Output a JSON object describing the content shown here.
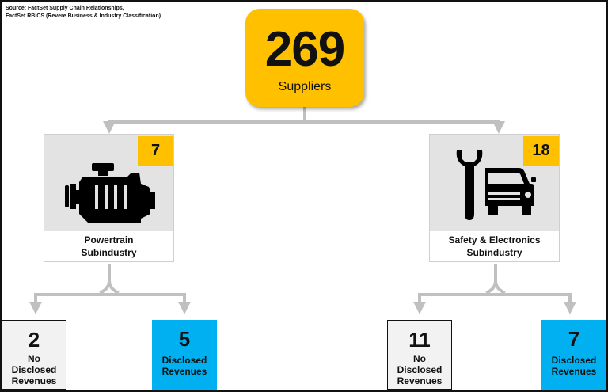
{
  "source": {
    "line1": "Source: FactSet Supply Chain Relationships,",
    "line2": "FactSet RBICS (Revere Business & Industry Classification)"
  },
  "colors": {
    "accent_yellow": "#ffc000",
    "accent_blue": "#00b0f0",
    "icon_panel_gray": "#e3e3e3",
    "connector_gray": "#c0c0c0"
  },
  "top": {
    "value": "269",
    "label": "Suppliers"
  },
  "subindustries": [
    {
      "count": "7",
      "icon": "engine-icon",
      "label_line1": "Powertrain",
      "label_line2": "Subindustry",
      "leaves": [
        {
          "value": "2",
          "lines": [
            "No",
            "Disclosed",
            "Revenues"
          ]
        },
        {
          "value": "5",
          "lines": [
            "Disclosed",
            "Revenues"
          ]
        }
      ]
    },
    {
      "count": "18",
      "icon": "wrench-car-icon",
      "label_line1": "Safety & Electronics",
      "label_line2": "Subindustry",
      "leaves": [
        {
          "value": "11",
          "lines": [
            "No",
            "Disclosed",
            "Revenues"
          ]
        },
        {
          "value": "7",
          "lines": [
            "Disclosed",
            "Revenues"
          ]
        }
      ]
    }
  ]
}
